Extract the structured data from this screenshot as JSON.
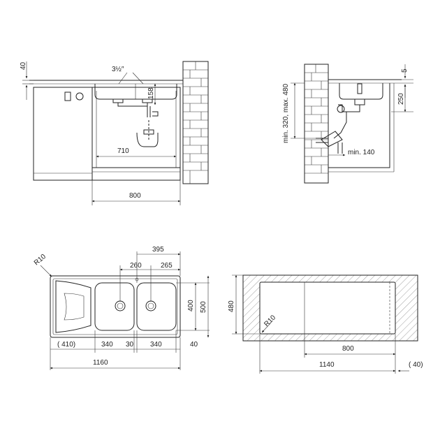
{
  "colors": {
    "line": "#222222",
    "background": "#ffffff"
  },
  "front_view": {
    "dims": {
      "height_40": "40",
      "pipe_size": "3½″",
      "depth_158": "158",
      "width_710": "710",
      "width_800": "800"
    }
  },
  "side_view": {
    "dims": {
      "height_5": "5",
      "height_250": "250",
      "range": "min. 320, max. 480",
      "min_140": "min. 140"
    }
  },
  "top_view": {
    "dims": {
      "radius": "R10",
      "d395": "395",
      "d260": "260",
      "d265": "265",
      "d400": "400",
      "d500": "500",
      "d410": "( 410)",
      "d340a": "340",
      "d30": "30",
      "d340b": "340",
      "d40": "40",
      "d1160": "1160"
    }
  },
  "cutout_view": {
    "dims": {
      "d480": "480",
      "radius": "R10",
      "d800": "800",
      "d1140": "1140",
      "d40": "( 40)"
    }
  }
}
